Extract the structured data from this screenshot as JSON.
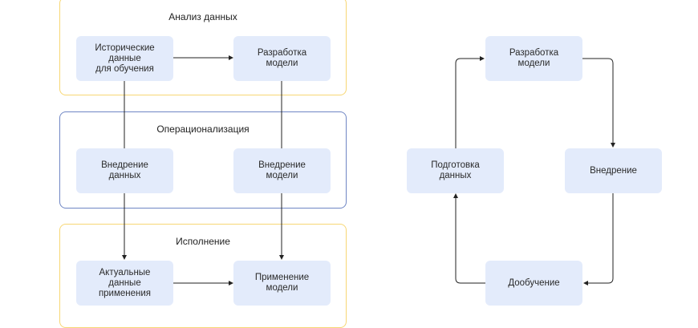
{
  "left_diagram": {
    "groups": [
      {
        "title": "Анализ данных",
        "color": "#f7d774"
      },
      {
        "title": "Операционализация",
        "color": "#6f86c4"
      },
      {
        "title": "Исполнение",
        "color": "#f7d774"
      }
    ],
    "nodes": {
      "historical_data": "Исторические\nданные\nдля обучения",
      "model_development": "Разработка\nмодели",
      "data_deployment": "Внедрение\nданных",
      "model_deployment": "Внедрение\nмодели",
      "current_data": "Актуальные\nданные\nприменения",
      "model_application": "Применение\nмодели"
    }
  },
  "right_diagram": {
    "nodes": {
      "model_development": "Разработка\nмодели",
      "data_preparation": "Подготовка\nданных",
      "deployment": "Внедрение",
      "retraining": "Дообучение"
    }
  },
  "colors": {
    "node_fill": "#e3ebfb",
    "arrow": "#222222"
  }
}
